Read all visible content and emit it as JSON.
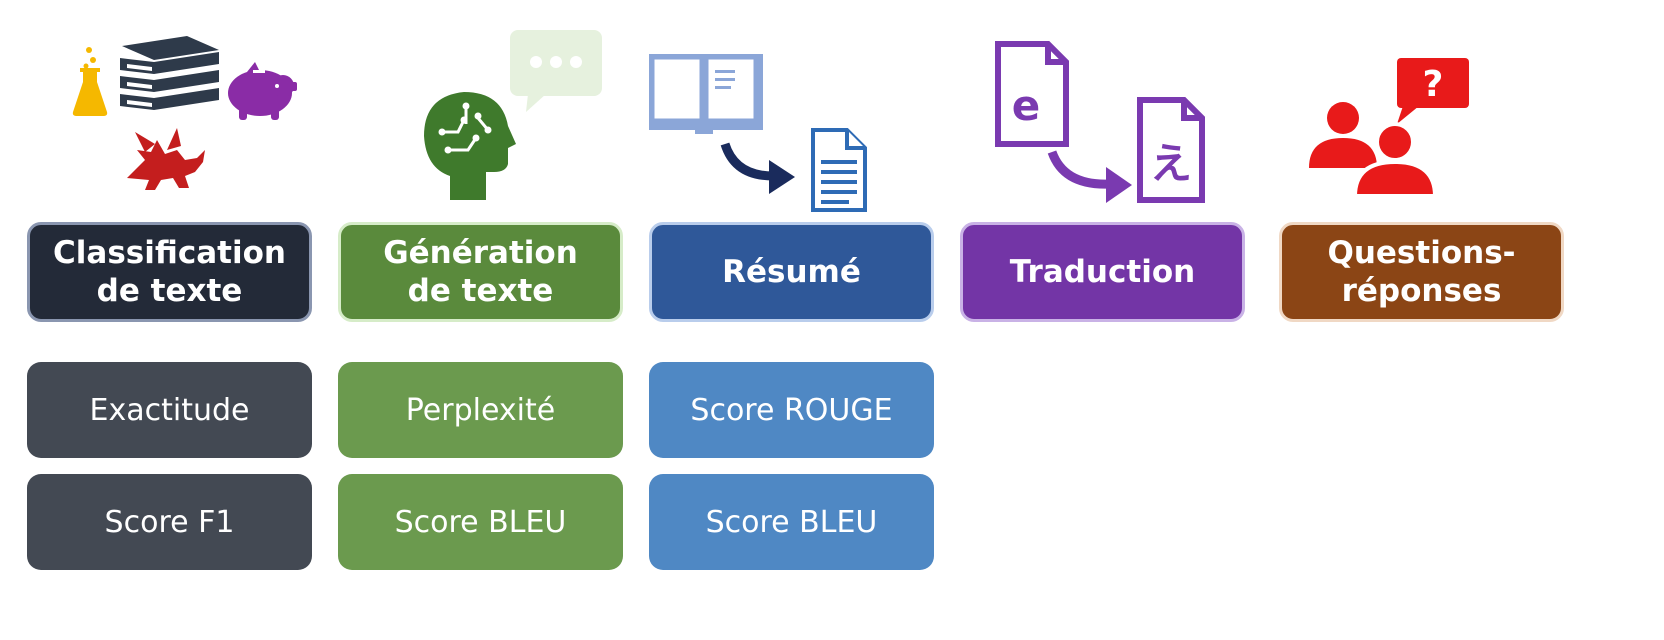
{
  "tasks": [
    {
      "title": "Classification\nde texte",
      "metrics": [
        "Exactitude",
        "Score F1"
      ],
      "colors": {
        "title_bg": "#232a38",
        "title_border": "#8a96b0",
        "metric_bg": "#434953"
      }
    },
    {
      "title": "Génération\nde texte",
      "metrics": [
        "Perplexité",
        "Score BLEU"
      ],
      "colors": {
        "title_bg": "#5a8a3c",
        "title_border": "#d6ecc8",
        "metric_bg": "#6b9a4e"
      }
    },
    {
      "title": "Résumé",
      "metrics": [
        "Score ROUGE",
        "Score BLEU"
      ],
      "colors": {
        "title_bg": "#2f5899",
        "title_border": "#b9cdec",
        "metric_bg": "#4f88c4"
      }
    },
    {
      "title": "Traduction",
      "metrics": [],
      "colors": {
        "title_bg": "#7335a6",
        "title_border": "#c9b2e6",
        "metric_bg": "#7335a6"
      }
    },
    {
      "title": "Questions-\nréponses",
      "metrics": [],
      "colors": {
        "title_bg": "#8b4515",
        "title_border": "#f0d8c4",
        "metric_bg": "#8b4515"
      }
    }
  ],
  "icons": {
    "col1": [
      "flask-icon",
      "books-icon",
      "piggy-bank-icon",
      "dragon-icon"
    ],
    "col2": [
      "ai-head-icon",
      "speech-bubble-icon"
    ],
    "col3": [
      "open-book-icon",
      "arrow-icon",
      "document-icon"
    ],
    "col4": [
      "file-e-icon",
      "arrow-icon",
      "file-japanese-icon"
    ],
    "col5": [
      "people-icon",
      "question-bubble-icon"
    ]
  },
  "glyphs": {
    "file_e": "e",
    "file_japanese": "え",
    "question": "?"
  }
}
